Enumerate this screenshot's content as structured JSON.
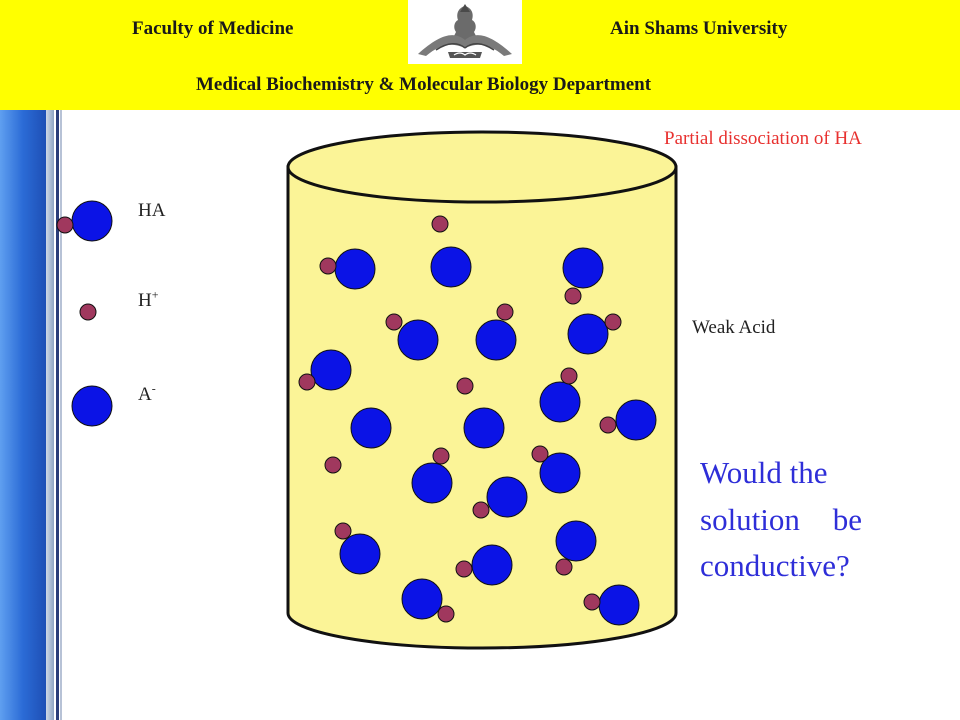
{
  "header": {
    "left_title": "Faculty of Medicine",
    "right_title": "Ain Shams University",
    "subtitle": "Medical Biochemistry & Molecular Biology Department",
    "logo_icon": "faculty-of-medicine-emblem-icon",
    "background_color": "#ffff00"
  },
  "legend": {
    "items": [
      {
        "label": "HA",
        "icon": "ha-molecule-icon"
      },
      {
        "label": "H",
        "superscript": "+",
        "icon": "hydrogen-ion-icon"
      },
      {
        "label": "A",
        "superscript": "-",
        "icon": "anion-icon"
      }
    ]
  },
  "diagram": {
    "caption": "Partial dissociation of HA",
    "container_label": "Weak Acid",
    "container_icon": "beaker-cylinder-icon",
    "colors": {
      "container_fill": "#fbf497",
      "anion": "#0b13e6",
      "proton": "#a0385e",
      "caption": "#e8312f",
      "question": "#2e2ed8"
    }
  },
  "question": {
    "line1": "Would the",
    "line2_a": "solution",
    "line2_b": "be",
    "line3": "conductive?"
  }
}
